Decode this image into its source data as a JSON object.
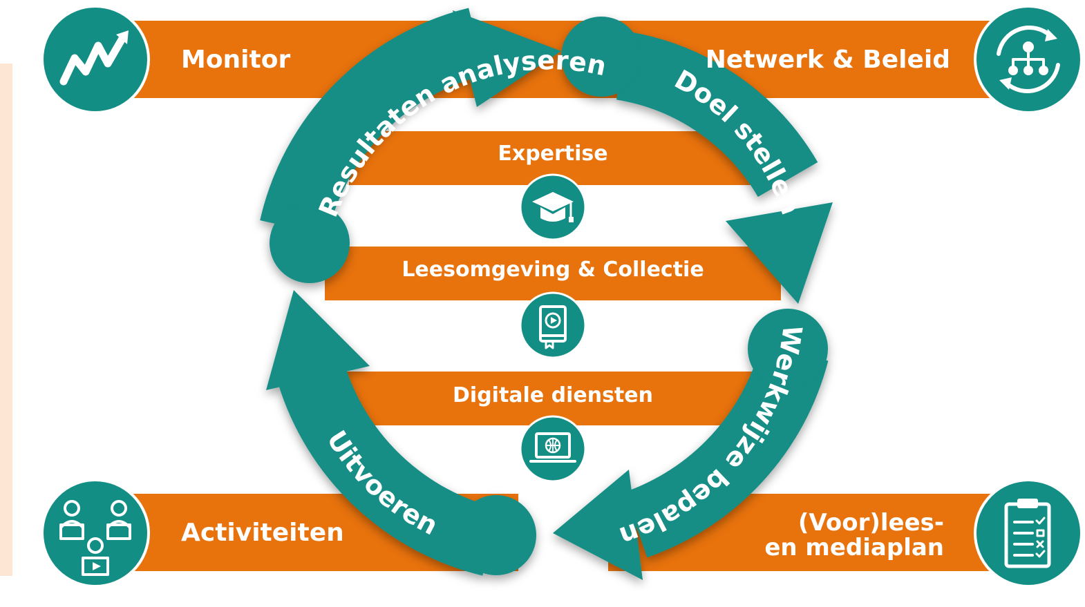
{
  "colors": {
    "orange": "#e8720c",
    "teal": "#128e85",
    "white": "#ffffff",
    "panel": "#fde6d4"
  },
  "corners": {
    "top_left": {
      "label": "Monitor",
      "icon": "trend-arrows-icon"
    },
    "top_right": {
      "label": "Netwerk & Beleid",
      "icon": "network-cycle-icon"
    },
    "bottom_left": {
      "label": "Activiteiten",
      "icon": "people-reading-icon"
    },
    "bottom_right": {
      "label_line1": "(Voor)lees-",
      "label_line2": "en mediaplan",
      "icon": "clipboard-checklist-icon"
    }
  },
  "center": [
    {
      "label": "Expertise",
      "icon": "graduation-cap-icon"
    },
    {
      "label": "Leesomgeving & Collectie",
      "icon": "book-play-icon"
    },
    {
      "label": "Digitale diensten",
      "icon": "laptop-globe-icon"
    }
  ],
  "cycle": {
    "step1": "Doel stellen",
    "step2": "Werkwijze bepalen",
    "step3": "Uitvoeren",
    "step4": "Resultaten analyseren"
  }
}
